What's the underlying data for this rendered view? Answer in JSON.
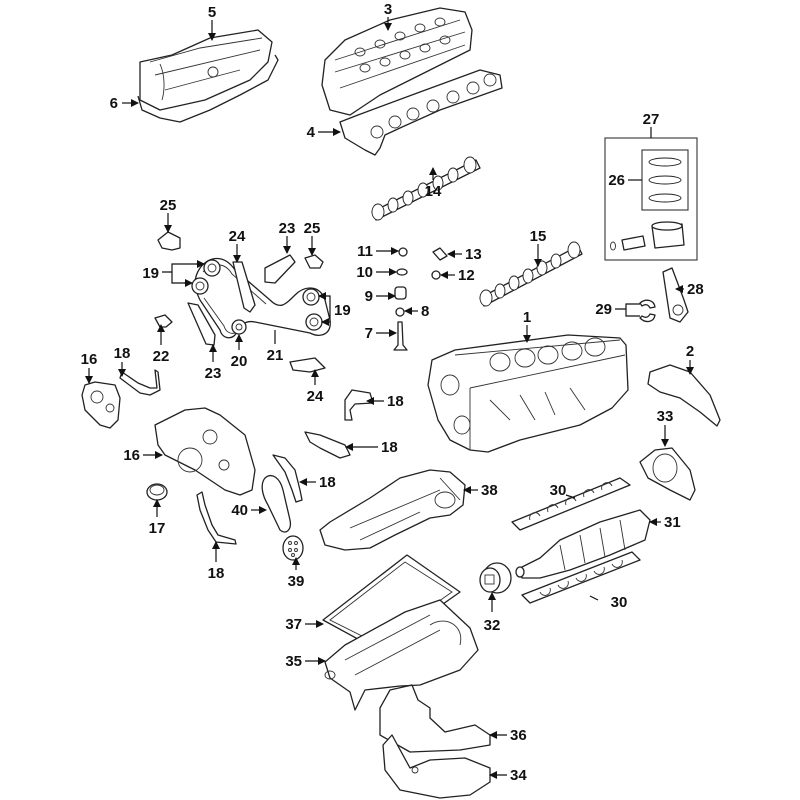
{
  "diagram": {
    "title": "Engine parts exploded view",
    "callouts": [
      {
        "id": "c5",
        "label": "5",
        "part": "valve-cover"
      },
      {
        "id": "c6",
        "label": "6",
        "part": "valve-cover-gasket"
      },
      {
        "id": "c3",
        "label": "3",
        "part": "cylinder-head"
      },
      {
        "id": "c4",
        "label": "4",
        "part": "head-gasket"
      },
      {
        "id": "c27",
        "label": "27",
        "part": "piston-assembly"
      },
      {
        "id": "c26",
        "label": "26",
        "part": "piston-rings"
      },
      {
        "id": "c14",
        "label": "14",
        "part": "camshaft"
      },
      {
        "id": "c15",
        "label": "15",
        "part": "camshaft"
      },
      {
        "id": "c25a",
        "label": "25",
        "part": "bracket"
      },
      {
        "id": "c25b",
        "label": "25",
        "part": "bracket"
      },
      {
        "id": "c24a",
        "label": "24",
        "part": "chain-guide"
      },
      {
        "id": "c24b",
        "label": "24",
        "part": "chain-guide"
      },
      {
        "id": "c23a",
        "label": "23",
        "part": "chain-tensioner-rail"
      },
      {
        "id": "c23b",
        "label": "23",
        "part": "chain-tensioner-rail"
      },
      {
        "id": "c19a",
        "label": "19",
        "part": "sprockets"
      },
      {
        "id": "c19b",
        "label": "19",
        "part": "sprockets"
      },
      {
        "id": "c22",
        "label": "22",
        "part": "tensioner"
      },
      {
        "id": "c20",
        "label": "20",
        "part": "crank-sprocket"
      },
      {
        "id": "c21",
        "label": "21",
        "part": "timing-chain"
      },
      {
        "id": "c11",
        "label": "11",
        "part": "valve-keeper"
      },
      {
        "id": "c10",
        "label": "10",
        "part": "valve-retainer"
      },
      {
        "id": "c9",
        "label": "9",
        "part": "valve-spring"
      },
      {
        "id": "c8",
        "label": "8",
        "part": "valve-seal"
      },
      {
        "id": "c7",
        "label": "7",
        "part": "valve"
      },
      {
        "id": "c13",
        "label": "13",
        "part": "rocker-arm"
      },
      {
        "id": "c12",
        "label": "12",
        "part": "lash-adjuster"
      },
      {
        "id": "c1",
        "label": "1",
        "part": "engine-block"
      },
      {
        "id": "c2",
        "label": "2",
        "part": "block-cover"
      },
      {
        "id": "c28",
        "label": "28",
        "part": "connecting-rod"
      },
      {
        "id": "c29",
        "label": "29",
        "part": "rod-bearings"
      },
      {
        "id": "c33",
        "label": "33",
        "part": "rear-main-seal-housing"
      },
      {
        "id": "c16a",
        "label": "16",
        "part": "timing-cover"
      },
      {
        "id": "c16b",
        "label": "16",
        "part": "timing-cover"
      },
      {
        "id": "c18a",
        "label": "18",
        "part": "chain-guide-bracket"
      },
      {
        "id": "c18b",
        "label": "18",
        "part": "chain-guide-bracket"
      },
      {
        "id": "c18c",
        "label": "18",
        "part": "chain-guide-bracket"
      },
      {
        "id": "c18d",
        "label": "18",
        "part": "chain-guide-bracket"
      },
      {
        "id": "c18e",
        "label": "18",
        "part": "chain-guide-bracket"
      },
      {
        "id": "c17",
        "label": "17",
        "part": "front-crank-seal"
      },
      {
        "id": "c40",
        "label": "40",
        "part": "oil-pump-chain"
      },
      {
        "id": "c39",
        "label": "39",
        "part": "oil-pump-sprocket"
      },
      {
        "id": "c38",
        "label": "38",
        "part": "oil-pump"
      },
      {
        "id": "c30a",
        "label": "30",
        "part": "main-bearings"
      },
      {
        "id": "c30b",
        "label": "30",
        "part": "main-bearings"
      },
      {
        "id": "c31",
        "label": "31",
        "part": "crankshaft"
      },
      {
        "id": "c32",
        "label": "32",
        "part": "crank-pulley"
      },
      {
        "id": "c37",
        "label": "37",
        "part": "oil-pan-gasket"
      },
      {
        "id": "c35",
        "label": "35",
        "part": "oil-pan-upper"
      },
      {
        "id": "c36",
        "label": "36",
        "part": "oil-pan-gasket-lower"
      },
      {
        "id": "c34",
        "label": "34",
        "part": "oil-pan-lower"
      }
    ]
  }
}
